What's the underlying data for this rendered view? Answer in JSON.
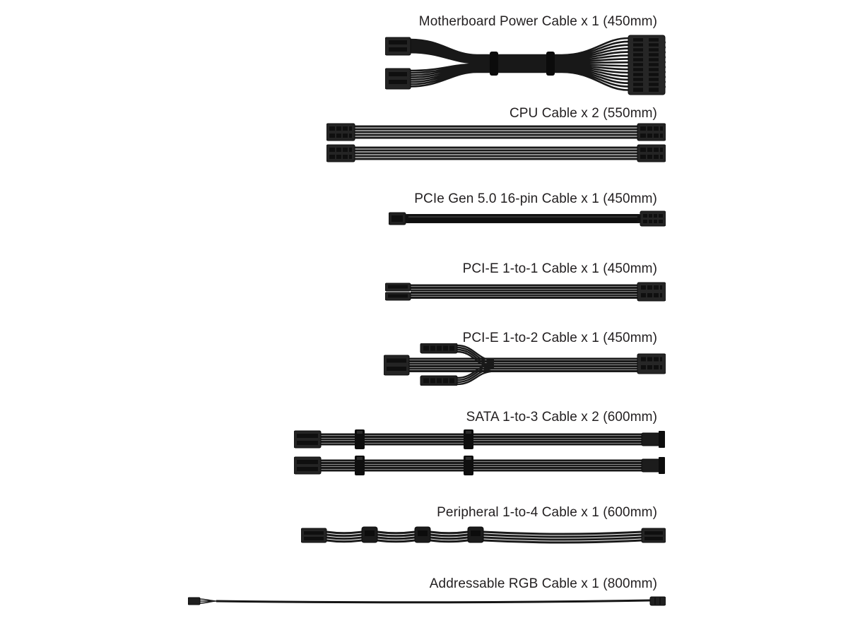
{
  "page": {
    "background": "#ffffff",
    "text_color": "#221f20",
    "cable_color": "#1a1a1a",
    "connector_color": "#242424",
    "pin_color": "#0f0f0f"
  },
  "sections": [
    {
      "id": "motherboard",
      "label": "Motherboard Power Cable x 1 (450mm)"
    },
    {
      "id": "cpu",
      "label": "CPU Cable x 2 (550mm)"
    },
    {
      "id": "pcie-gen5",
      "label": "PCIe Gen 5.0 16-pin Cable x 1 (450mm)"
    },
    {
      "id": "pcie-1to1",
      "label": "PCI-E 1-to-1 Cable x 1 (450mm)"
    },
    {
      "id": "pcie-1to2",
      "label": "PCI-E 1-to-2 Cable x 1 (450mm)"
    },
    {
      "id": "sata",
      "label": "SATA 1-to-3 Cable x 2 (600mm)"
    },
    {
      "id": "peripheral",
      "label": "Peripheral 1-to-4 Cable x 1 (600mm)"
    },
    {
      "id": "argb",
      "label": "Addressable RGB Cable x 1 (800mm)"
    }
  ]
}
